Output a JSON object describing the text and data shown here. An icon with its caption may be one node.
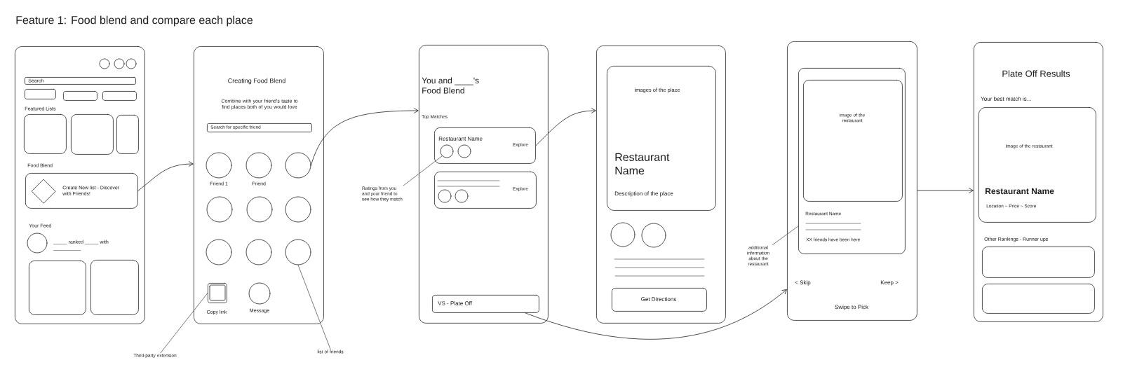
{
  "diagram": {
    "title": "Feature 1: Food blend and compare each place",
    "nodes": [
      {
        "text": [
          "Featured Lists",
          "Food Blend",
          "Your Feed",
          "_____ ranked _____ with __________"
        ]
      },
      {
        "text": [],
        "shape": "circle",
        "in": 0
      },
      {
        "text": [],
        "shape": "circle",
        "in": 0
      },
      {
        "text": [],
        "shape": "circle",
        "in": 0
      },
      {
        "text": [
          "Search"
        ],
        "in": 0
      },
      {
        "text": [],
        "shape": "box",
        "in": 0
      },
      {
        "text": [],
        "shape": "box",
        "in": 0
      },
      {
        "text": [],
        "shape": "box",
        "in": 0
      },
      {
        "text": [],
        "shape": "box",
        "in": 0
      },
      {
        "text": [],
        "shape": "box",
        "in": 0
      },
      {
        "text": [],
        "shape": "box",
        "in": 0
      },
      {
        "text": [
          "Create New list - Discover with Friends!"
        ],
        "in": 0
      },
      {
        "text": [],
        "shape": "diamond",
        "in": 11
      },
      {
        "text": [],
        "shape": "circle",
        "in": 0
      },
      {
        "text": [],
        "shape": "box",
        "in": 0
      },
      {
        "text": [],
        "shape": "box",
        "in": 0
      },
      {
        "text": [
          "Creating Food Blend",
          "Combine with your friend's taste to find places both of you would love"
        ]
      },
      {
        "text": [
          "Search for specific friend"
        ],
        "in": 16
      },
      {
        "text": [
          "Friend 1"
        ],
        "in": 16
      },
      {
        "text": [
          "Friend"
        ],
        "in": 16
      },
      {
        "text": [],
        "shape": "circle",
        "in": 16
      },
      {
        "text": [],
        "shape": "circle",
        "in": 16
      },
      {
        "text": [],
        "shape": "circle",
        "in": 16
      },
      {
        "text": [],
        "shape": "circle",
        "in": 16
      },
      {
        "text": [],
        "shape": "circle",
        "in": 16
      },
      {
        "text": [],
        "shape": "circle",
        "in": 16
      },
      {
        "text": [],
        "shape": "circle",
        "in": 16
      },
      {
        "text": [
          "Copy link"
        ],
        "in": 16
      },
      {
        "text": [
          "Message"
        ],
        "in": 16
      },
      {
        "text": [
          "Third-party extension"
        ]
      },
      {
        "text": [
          "list of friends"
        ]
      },
      {
        "text": [
          "You and ____'s Food Blend",
          "Top Matches"
        ]
      },
      {
        "text": [
          "Restaurant Name",
          "Explore"
        ],
        "in": 31
      },
      {
        "text": [],
        "shape": "circle",
        "in": 32
      },
      {
        "text": [],
        "shape": "circle",
        "in": 32
      },
      {
        "text": [
          "Explore"
        ],
        "in": 31
      },
      {
        "text": [],
        "shape": "circle",
        "in": 35
      },
      {
        "text": [],
        "shape": "circle",
        "in": 35
      },
      {
        "text": [
          "VS - Plate Off"
        ],
        "in": 31
      },
      {
        "text": [
          "Ratings from you and your friend to see how they match"
        ]
      },
      {
        "text": [],
        "shape": "box"
      },
      {
        "text": [
          "images of the place",
          "Restaurant Name",
          "Description of the place"
        ],
        "in": 40
      },
      {
        "text": [],
        "shape": "circle",
        "in": 40
      },
      {
        "text": [],
        "shape": "circle",
        "in": 40
      },
      {
        "text": [
          "Get Directions"
        ],
        "in": 40
      },
      {
        "text": [
          "additional information about the restaurant"
        ]
      },
      {
        "text": [
          "< Skip",
          "Keep >",
          "Swipe to Pick"
        ]
      },
      {
        "text": [
          "Restaurant Name",
          "XX friends have been here"
        ],
        "in": 46
      },
      {
        "text": [
          "image of the restaurant"
        ],
        "in": 47
      },
      {
        "text": [
          "Plate Off Results",
          "Your best match is...",
          "Other Rankings - Runner ups"
        ]
      },
      {
        "text": [
          "Image of the restaurant",
          "Restaurant Name",
          "Location ~ Price ~ Score"
        ],
        "in": 49
      },
      {
        "text": [],
        "shape": "box",
        "in": 49
      },
      {
        "text": [],
        "shape": "box",
        "in": 49
      }
    ],
    "edges": [
      {
        "from": 11,
        "to": 16,
        "arrow": "to"
      },
      {
        "from": 20,
        "to": 31,
        "arrow": "to"
      },
      {
        "from": 32,
        "to": 40,
        "arrow": "to"
      },
      {
        "from": 38,
        "to": 46,
        "arrow": "to"
      },
      {
        "from": 46,
        "to": 49,
        "arrow": "to"
      },
      {
        "from": 29,
        "to": 27,
        "arrow": "none"
      },
      {
        "from": 30,
        "to": 26,
        "arrow": "none"
      },
      {
        "from": 39,
        "to": 33,
        "arrow": "none"
      },
      {
        "from": 45,
        "to": 47,
        "arrow": "none"
      }
    ]
  }
}
